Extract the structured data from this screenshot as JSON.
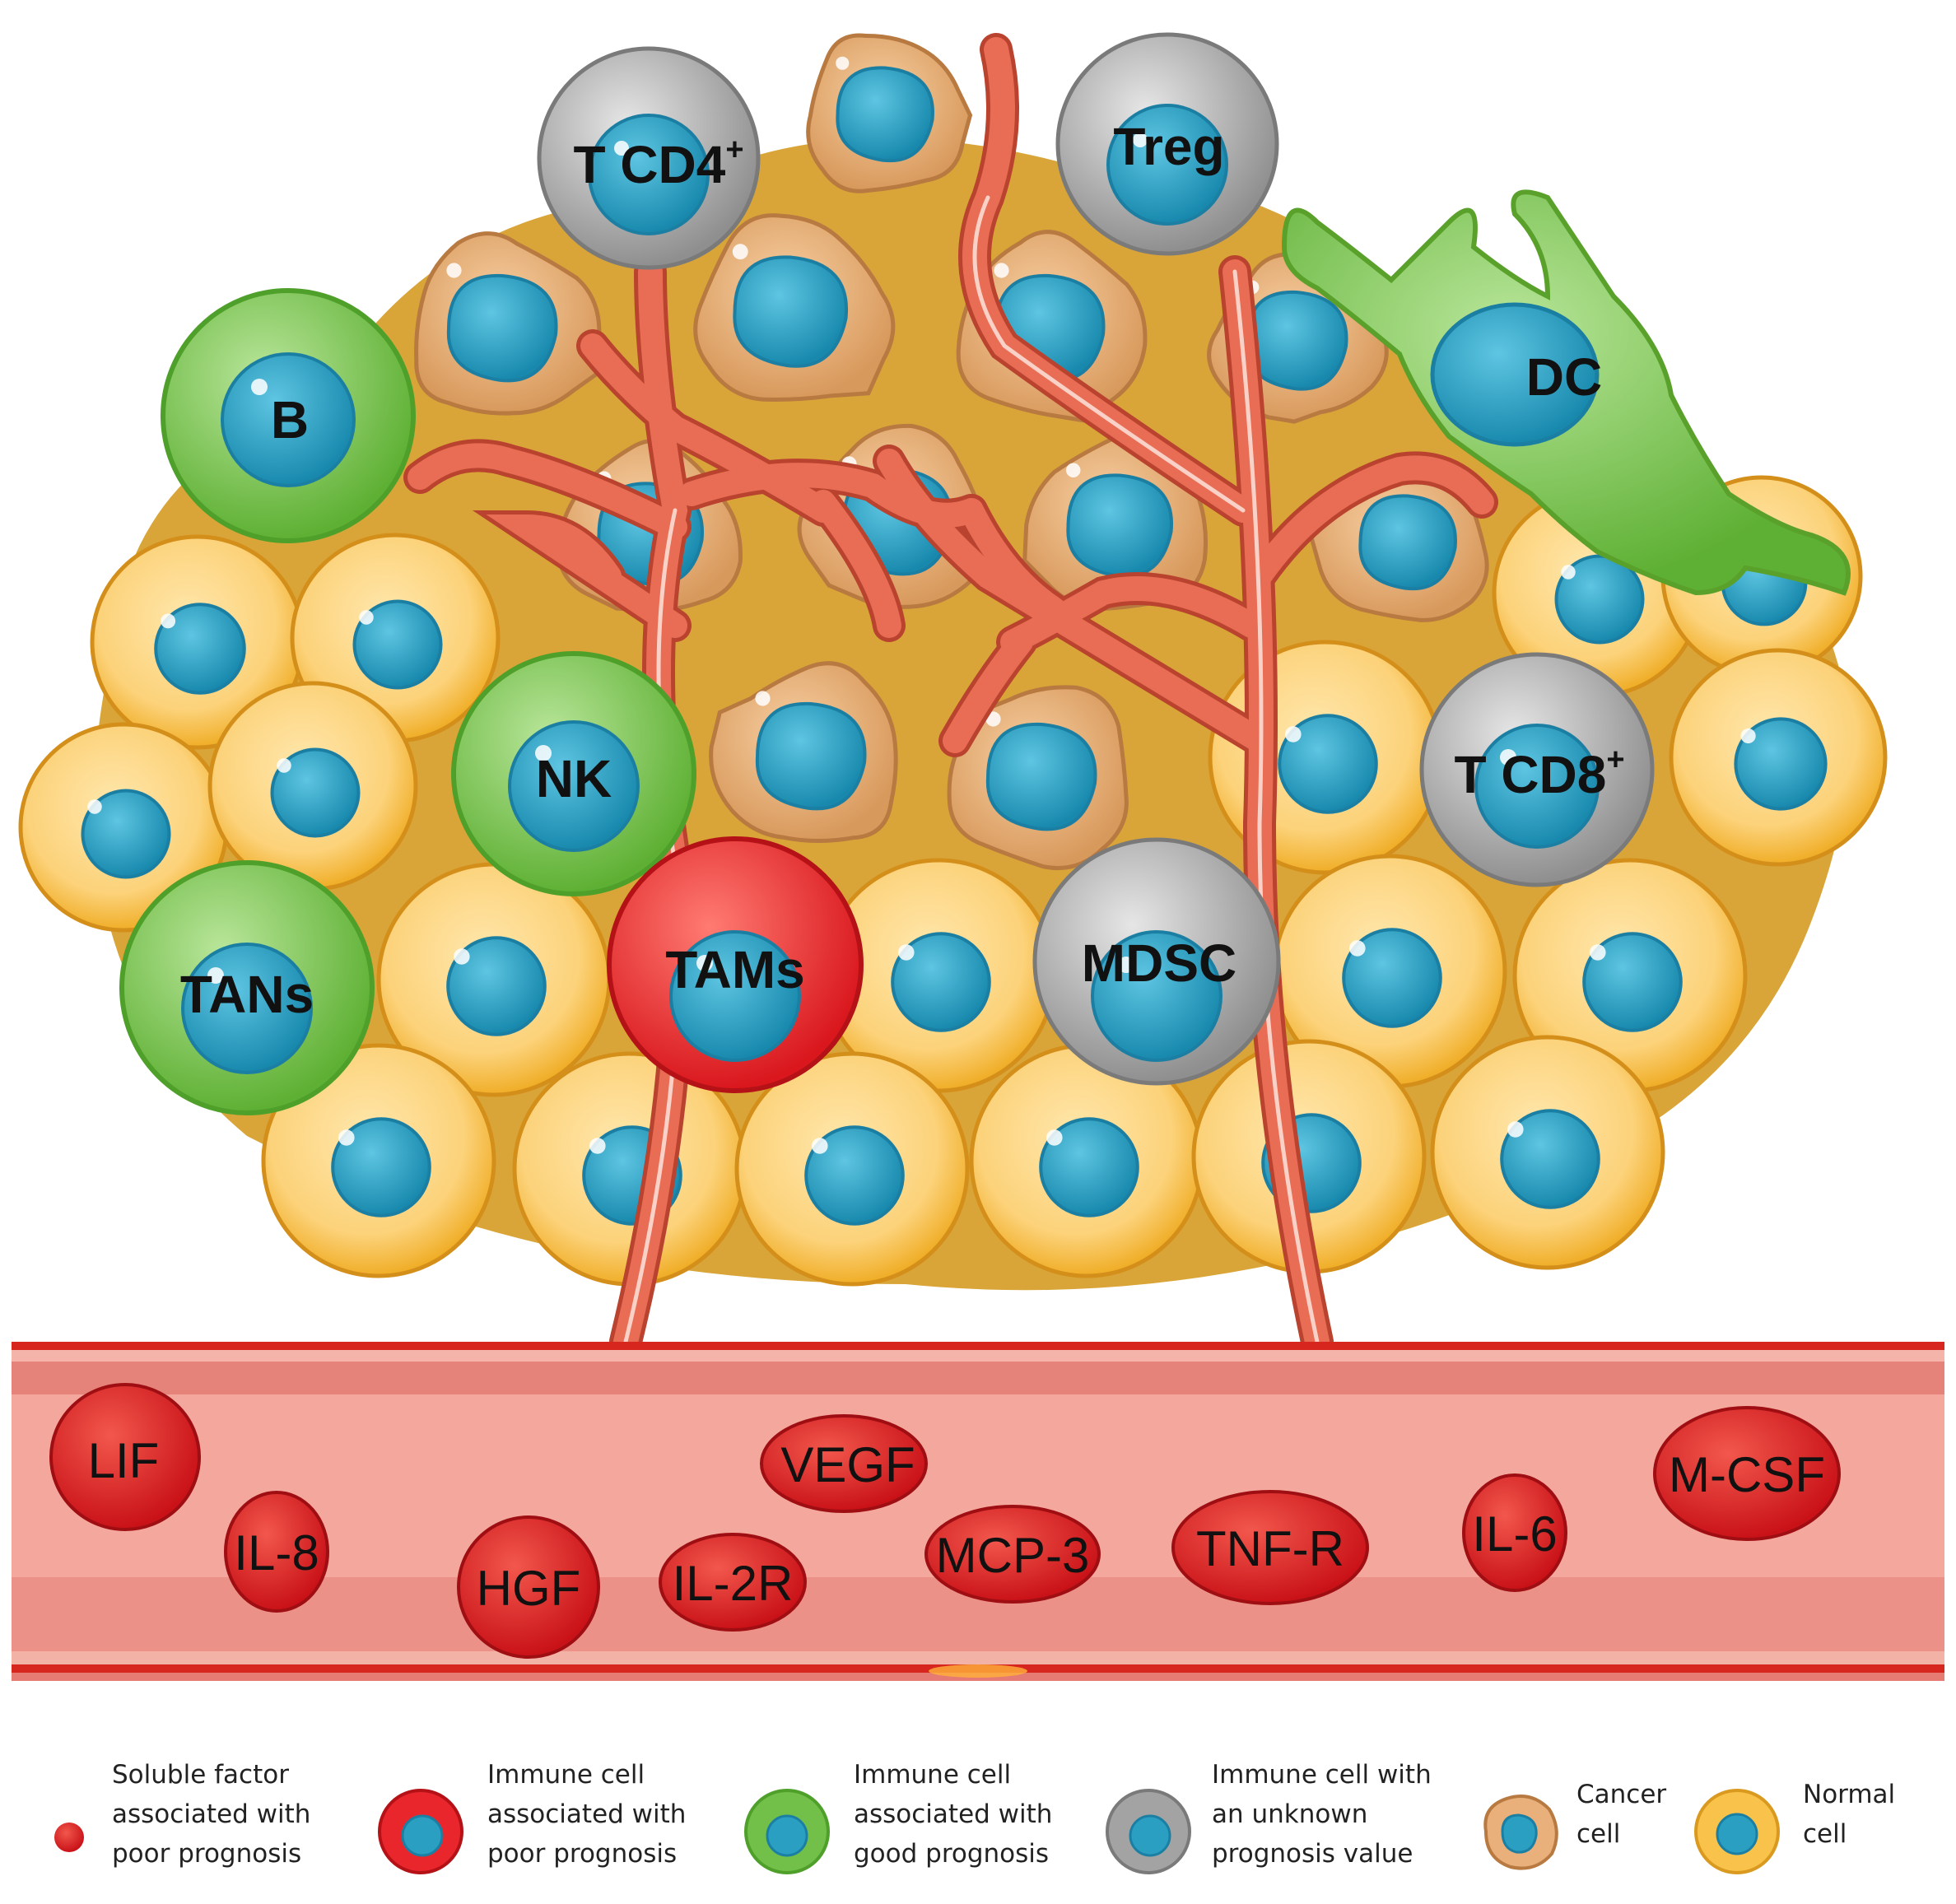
{
  "immune_cells": {
    "tcd4": {
      "label": "T CD4",
      "sup": "+"
    },
    "treg": {
      "label": "Treg"
    },
    "b": {
      "label": "B"
    },
    "dc": {
      "label": "DC"
    },
    "nk": {
      "label": "NK"
    },
    "tcd8": {
      "label": "T CD8",
      "sup": "+"
    },
    "tans": {
      "label": "TANs"
    },
    "tams": {
      "label": "TAMs"
    },
    "mdsc": {
      "label": "MDSC"
    }
  },
  "soluble_factors": {
    "lif": "LIF",
    "il8": "IL-8",
    "hgf": "HGF",
    "il2r": "IL-2R",
    "vegf": "VEGF",
    "mcp3": "MCP-3",
    "tnfr": "TNF-R",
    "il6": "IL-6",
    "mcsf": "M-CSF"
  },
  "legend": {
    "soluble": [
      "Soluble factor",
      "associated with",
      "poor prognosis"
    ],
    "immune_poor": [
      "Immune cell",
      "associated with",
      "poor prognosis"
    ],
    "immune_good": [
      "Immune cell",
      "associated with",
      "good prognosis"
    ],
    "immune_unknown": [
      "Immune cell with",
      "an unknown",
      "prognosis value"
    ],
    "cancer": [
      "Cancer",
      "cell"
    ],
    "normal": [
      "Normal",
      "cell"
    ]
  },
  "colors": {
    "poor": "#e8262c",
    "good": "#72c049",
    "unknown": "#a3a3a3",
    "cancer": "#e9b07c",
    "normal": "#f9c24b",
    "nucleus": "#2a9fc2",
    "vessel": "#e26a53"
  }
}
